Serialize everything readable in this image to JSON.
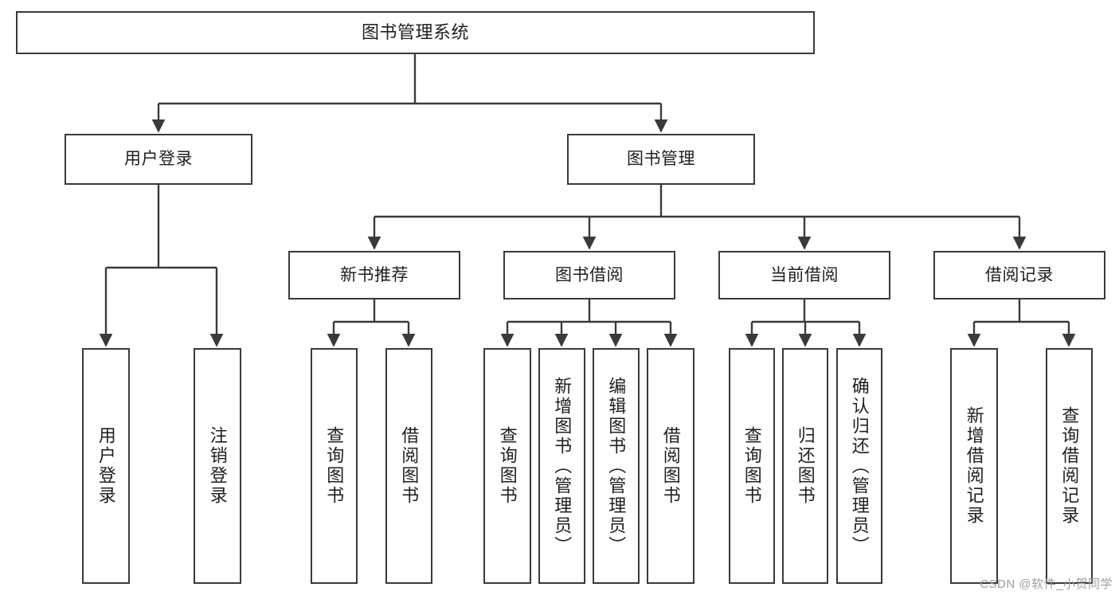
{
  "diagram": {
    "title": "图书管理系统",
    "type": "tree",
    "stroke_color": "#3a3a3a",
    "fill_color": "#ffffff",
    "text_color": "#1f1f1f",
    "nodes": {
      "root": {
        "label": "图书管理系统"
      },
      "level2": [
        {
          "label": "用户登录"
        },
        {
          "label": "图书管理"
        }
      ],
      "level3": [
        {
          "label": "新书推荐"
        },
        {
          "label": "图书借阅"
        },
        {
          "label": "当前借阅"
        },
        {
          "label": "借阅记录"
        }
      ],
      "leaves": [
        {
          "label": "用户登录"
        },
        {
          "label": "注销登录"
        },
        {
          "label": "查询图书"
        },
        {
          "label": "借阅图书"
        },
        {
          "label": "查询图书"
        },
        {
          "label": "新增图书（管理员）"
        },
        {
          "label": "编辑图书（管理员）"
        },
        {
          "label": "借阅图书"
        },
        {
          "label": "查询图书"
        },
        {
          "label": "归还图书"
        },
        {
          "label": "确认归还（管理员）"
        },
        {
          "label": "新增借阅记录"
        },
        {
          "label": "查询借阅记录"
        }
      ]
    }
  },
  "watermark": {
    "text": "CSDN @软件_小贺同学"
  }
}
